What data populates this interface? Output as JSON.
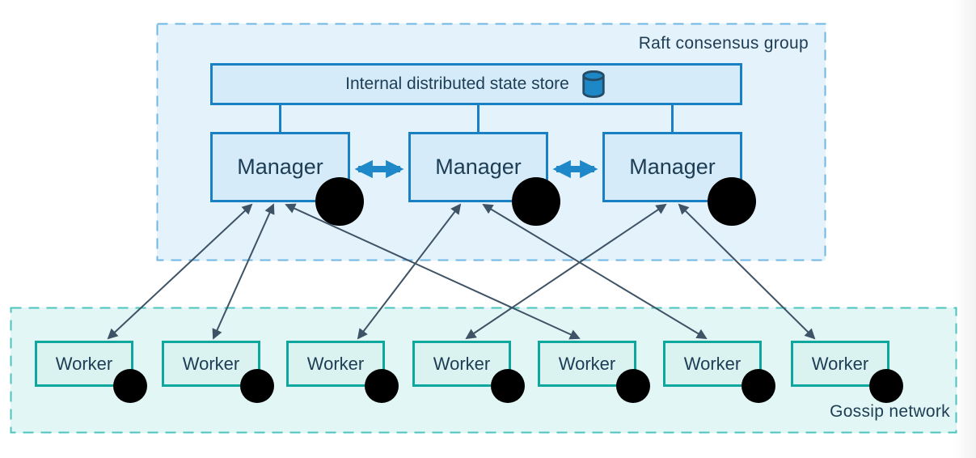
{
  "raft_group": {
    "label": "Raft consensus group",
    "state_store": {
      "label": "Internal distributed state store",
      "icon": "database-cylinder-icon"
    },
    "managers": [
      {
        "id": "manager-1",
        "label": "Manager",
        "icon": "docker-whale-icon"
      },
      {
        "id": "manager-2",
        "label": "Manager",
        "icon": "docker-whale-icon"
      },
      {
        "id": "manager-3",
        "label": "Manager",
        "icon": "docker-whale-icon"
      }
    ]
  },
  "gossip_network": {
    "label": "Gossip network",
    "workers": [
      {
        "id": "worker-1",
        "label": "Worker",
        "icon": "docker-whale-icon"
      },
      {
        "id": "worker-2",
        "label": "Worker",
        "icon": "docker-whale-icon"
      },
      {
        "id": "worker-3",
        "label": "Worker",
        "icon": "docker-whale-icon"
      },
      {
        "id": "worker-4",
        "label": "Worker",
        "icon": "docker-whale-icon"
      },
      {
        "id": "worker-5",
        "label": "Worker",
        "icon": "docker-whale-icon"
      },
      {
        "id": "worker-6",
        "label": "Worker",
        "icon": "docker-whale-icon"
      },
      {
        "id": "worker-7",
        "label": "Worker",
        "icon": "docker-whale-icon"
      }
    ]
  },
  "edges": {
    "store_to_managers": [
      "manager-1",
      "manager-2",
      "manager-3"
    ],
    "manager_peer_links": [
      {
        "between": [
          "manager-1",
          "manager-2"
        ],
        "style": "thick-double-arrow"
      },
      {
        "between": [
          "manager-2",
          "manager-3"
        ],
        "style": "thick-double-arrow"
      }
    ],
    "manager_worker_links": [
      {
        "from": "manager-1",
        "to": "worker-1",
        "style": "double-arrow"
      },
      {
        "from": "manager-1",
        "to": "worker-2",
        "style": "double-arrow"
      },
      {
        "from": "manager-1",
        "to": "worker-5",
        "style": "double-arrow"
      },
      {
        "from": "manager-2",
        "to": "worker-3",
        "style": "double-arrow"
      },
      {
        "from": "manager-2",
        "to": "worker-6",
        "style": "double-arrow"
      },
      {
        "from": "manager-3",
        "to": "worker-4",
        "style": "double-arrow"
      },
      {
        "from": "manager-3",
        "to": "worker-7",
        "style": "double-arrow"
      }
    ]
  },
  "colors": {
    "raft_fill": "#e4f2fb",
    "raft_border": "#6fb7e3",
    "gossip_fill": "#e1f6f5",
    "gossip_border": "#4cc4bd",
    "blue_border": "#1a80c4",
    "blue_arrow": "#1e88c8",
    "box_blue_fill": "#d5ebf9",
    "worker_fill": "#daf2f0",
    "teal_border": "#0ea79d",
    "arrow_dark": "#3e5365",
    "docker_blue": "#1489cc",
    "text_dark": "#1d3d55"
  }
}
